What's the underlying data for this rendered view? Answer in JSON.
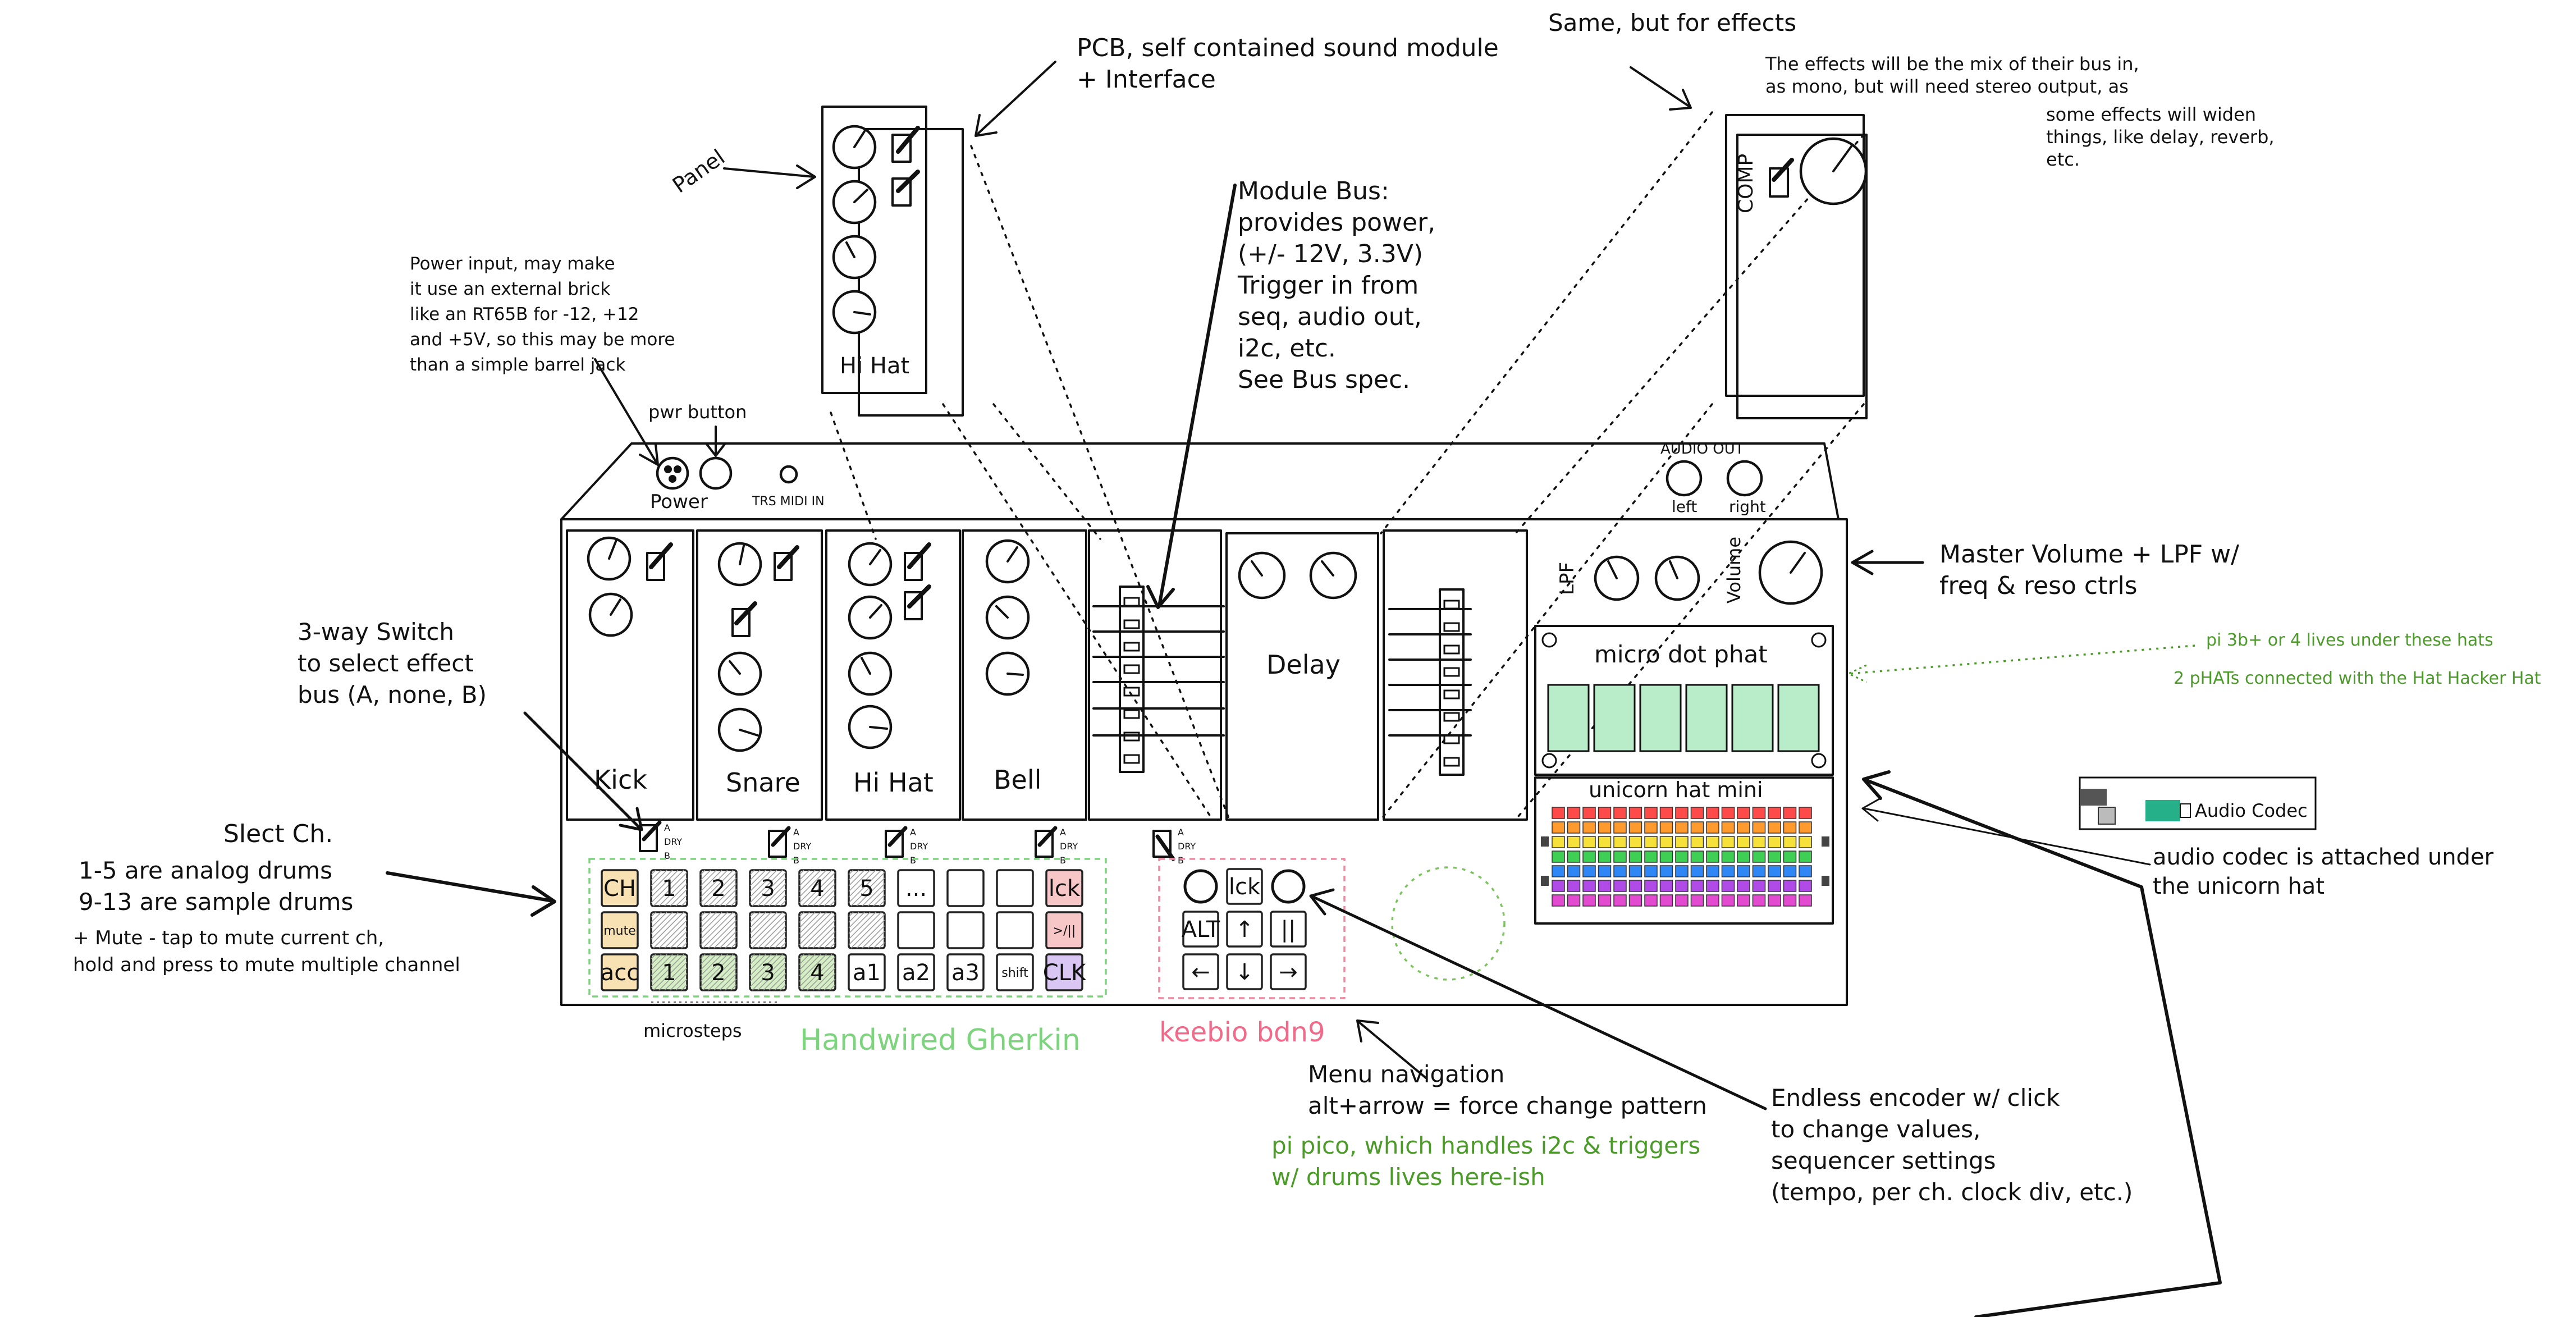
{
  "colors": {
    "ink": "#111111",
    "green_note": "#4c9a2a",
    "gherkin_outline": "#7ed37e",
    "keebio_outline": "#f08aa0",
    "keebio_label": "#f06a8a",
    "gherkin_label": "#7ed37e",
    "key_yellow": "#f8e2b4",
    "key_green": "#d5efc4",
    "key_red": "#f7c6c6",
    "key_purple": "#d9c6f2",
    "dot_green": "#b9ecc9",
    "codec_teal": "#26b08a",
    "led_rows": [
      "#ff4a4a",
      "#ff9b2e",
      "#f5e13a",
      "#3fcf55",
      "#2f86f5",
      "#b04be8",
      "#e24bd0"
    ]
  },
  "annotations": {
    "pcb": "PCB, self contained sound module\n+ Interface",
    "panel": "Panel",
    "same_effects": "Same, but for effects",
    "effects_note": "The effects will be the mix of their bus in,\nas mono, but will need stereo output, as",
    "effects_note_2": "some effects will widen\nthings, like delay, reverb,\netc.",
    "module_bus": "Module Bus:\nprovides power,\n(+/- 12V, 3.3V)\nTrigger in from\nseq, audio out,\ni2c, etc.\nSee Bus spec.",
    "power_input": "Power input, may make\nit use an external brick\nlike an RT65B for -12, +12\nand +5V, so this may be more\nthan a simple barrel jack",
    "pwr_button": "pwr button",
    "master_volume": "Master Volume + LPF w/\nfreq & reso ctrls",
    "pi_hats": "pi 3b+ or 4 lives under these hats",
    "hat_hacker": "2 pHATs connected with the Hat Hacker Hat",
    "three_way": "3-way Switch\nto select effect\nbus (A, none, B)",
    "select_ch": "Slect Ch.",
    "ch_ranges": "1-5 are analog drums\n9-13 are sample drums",
    "mute_note": "+ Mute - tap to mute current ch,\nhold and press to mute multiple channel",
    "microsteps": "microsteps",
    "handwired": "Handwired Gherkin",
    "keebio": "keebio bdn9",
    "menu_nav": "Menu navigation\nalt+arrow = force change pattern",
    "pi_pico": "pi pico, which handles i2c & triggers\nw/ drums lives here-ish",
    "encoder": "Endless encoder w/ click\nto change values,\nsequencer settings\n(tempo, per ch. clock div, etc.)",
    "codec_note": "audio codec is attached under\nthe unicorn hat",
    "audio_codec": "Audio Codec"
  },
  "device": {
    "power": "Power",
    "trs_midi": "TRS MIDI IN",
    "audio_out": "AUDIO OUT",
    "left": "left",
    "right": "right",
    "lpf": "LPF",
    "volume": "Volume",
    "micro_dot_phat": "micro dot phat",
    "unicorn_hat_mini": "unicorn hat mini",
    "modules": [
      "Kick",
      "Snare",
      "Hi Hat",
      "Bell"
    ],
    "delay": "Delay",
    "comp": "COMP",
    "hihat_panel": "Hi Hat",
    "switch_labels": "A\nDRY\nB"
  },
  "gherkin": {
    "row1": [
      "CH",
      "1",
      "2",
      "3",
      "4",
      "5",
      "...",
      "",
      "",
      "lck"
    ],
    "row2": [
      "mute",
      "",
      "",
      "",
      "",
      "",
      "",
      "",
      "",
      ">/||"
    ],
    "row3": [
      "acc",
      "1",
      "2",
      "3",
      "4",
      "a1",
      "a2",
      "a3",
      "shift",
      "CLK"
    ]
  },
  "bdn9": {
    "row1": [
      "",
      "lck",
      ""
    ],
    "row2": [
      "ALT",
      "↑",
      "||"
    ],
    "row3": [
      "←",
      "↓",
      "→"
    ]
  }
}
